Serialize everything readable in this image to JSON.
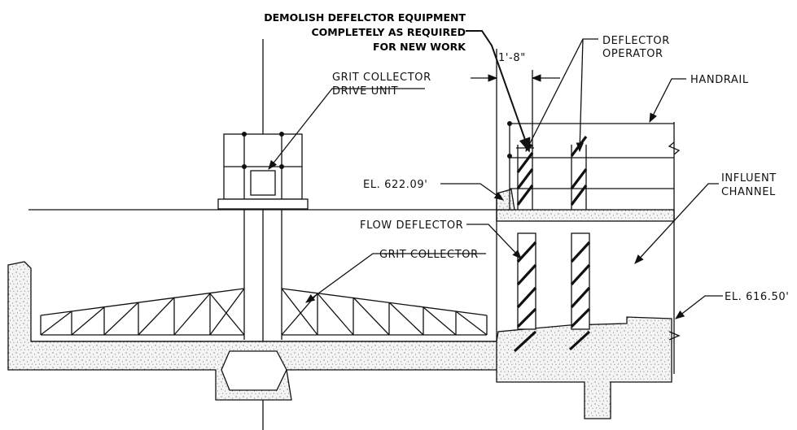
{
  "labels": {
    "demolish_line1": "DEMOLISH DEFELCTOR EQUIPMENT",
    "demolish_line2": "COMPLETELY AS REQUIRED",
    "demolish_line3": "FOR NEW WORK",
    "dimension": "1'-8\"",
    "deflector_operator_line1": "DEFLECTOR",
    "deflector_operator_line2": "OPERATOR",
    "handrail": "HANDRAIL",
    "grit_drive_line1": "GRIT COLLECTOR",
    "grit_drive_line2": "DRIVE UNIT",
    "el_upper": "EL. 622.09'",
    "influent_line1": "INFLUENT",
    "influent_line2": "CHANNEL",
    "flow_deflector": "FLOW DEFLECTOR",
    "grit_collector": "GRIT COLLECTOR",
    "el_lower": "EL. 616.50'"
  },
  "colors": {
    "line": "#111111",
    "concrete_fill": "#f2f2f2"
  }
}
